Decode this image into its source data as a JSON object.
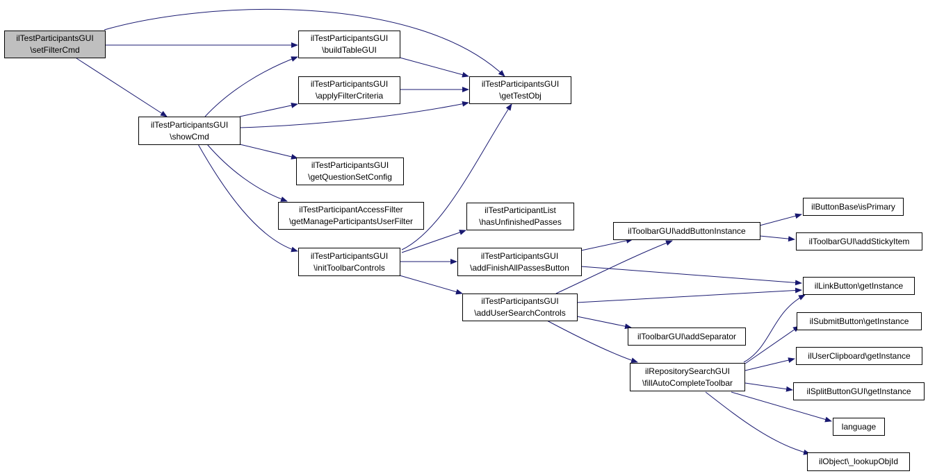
{
  "colors": {
    "edge": "#191970",
    "root_fill": "#bfbfbf",
    "node_fill": "#ffffff",
    "border": "#000000"
  },
  "nodes": {
    "setFilterCmd": {
      "line1": "ilTestParticipantsGUI",
      "line2": "\\setFilterCmd"
    },
    "buildTableGUI": {
      "line1": "ilTestParticipantsGUI",
      "line2": "\\buildTableGUI"
    },
    "applyFilterCriteria": {
      "line1": "ilTestParticipantsGUI",
      "line2": "\\applyFilterCriteria"
    },
    "getTestObj": {
      "line1": "ilTestParticipantsGUI",
      "line2": "\\getTestObj"
    },
    "showCmd": {
      "line1": "ilTestParticipantsGUI",
      "line2": "\\showCmd"
    },
    "getQuestionSetConfig": {
      "line1": "ilTestParticipantsGUI",
      "line2": "\\getQuestionSetConfig"
    },
    "getManageParticipantsUserFilter": {
      "line1": "ilTestParticipantAccessFilter",
      "line2": "\\getManageParticipantsUserFilter"
    },
    "initToolbarControls": {
      "line1": "ilTestParticipantsGUI",
      "line2": "\\initToolbarControls"
    },
    "hasUnfinishedPasses": {
      "line1": "ilTestParticipantList",
      "line2": "\\hasUnfinishedPasses"
    },
    "addFinishAllPassesButton": {
      "line1": "ilTestParticipantsGUI",
      "line2": "\\addFinishAllPassesButton"
    },
    "addUserSearchControls": {
      "line1": "ilTestParticipantsGUI",
      "line2": "\\addUserSearchControls"
    },
    "addButtonInstance": {
      "line1": "ilToolbarGUI\\addButtonInstance"
    },
    "addSeparator": {
      "line1": "ilToolbarGUI\\addSeparator"
    },
    "fillAutoCompleteToolbar": {
      "line1": "ilRepositorySearchGUI",
      "line2": "\\fillAutoCompleteToolbar"
    },
    "isPrimary": {
      "line1": "ilButtonBase\\isPrimary"
    },
    "addStickyItem": {
      "line1": "ilToolbarGUI\\addStickyItem"
    },
    "linkGetInstance": {
      "line1": "ilLinkButton\\getInstance"
    },
    "submitGetInstance": {
      "line1": "ilSubmitButton\\getInstance"
    },
    "clipboardGetInstance": {
      "line1": "ilUserClipboard\\getInstance"
    },
    "splitGetInstance": {
      "line1": "ilSplitButtonGUI\\getInstance"
    },
    "language": {
      "line1": "language"
    },
    "lookupObjId": {
      "line1": "ilObject\\_lookupObjId"
    }
  }
}
